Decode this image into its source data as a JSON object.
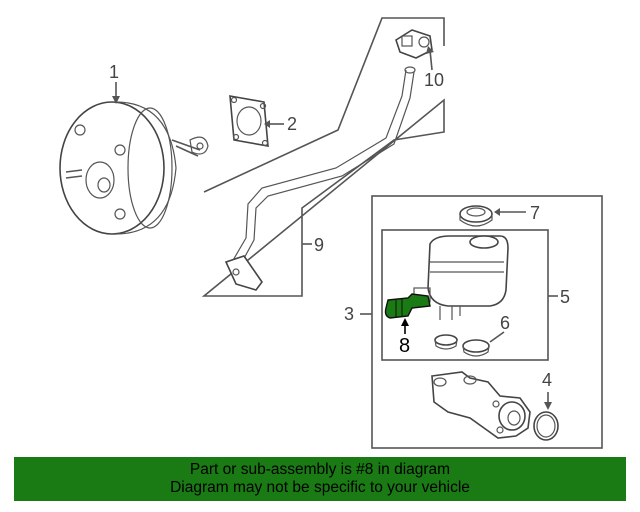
{
  "callouts": {
    "c1": "1",
    "c2": "2",
    "c3": "3",
    "c4": "4",
    "c5": "5",
    "c6": "6",
    "c7": "7",
    "c8": "8",
    "c9": "9",
    "c10": "10"
  },
  "highlight": {
    "part": "8",
    "color": "#1a7a14"
  },
  "banner": {
    "line1": "Part or sub-assembly is #8 in diagram",
    "line2": "Diagram may not be specific to your vehicle",
    "background": "#1a7a14"
  }
}
